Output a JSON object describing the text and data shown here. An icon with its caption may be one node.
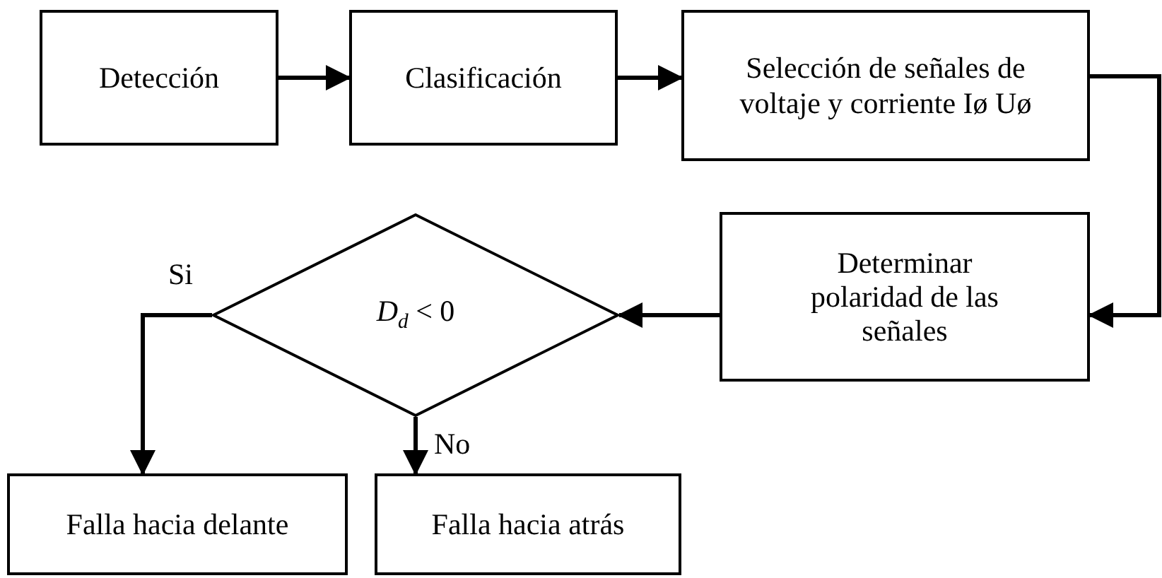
{
  "diagram": {
    "nodes": [
      {
        "text": [
          "Detección"
        ]
      },
      {
        "text": [
          "Clasificación"
        ]
      },
      {
        "text": [
          "Selección de señales de voltaje y corriente Iø Uø"
        ]
      },
      {
        "text": [
          "Determinar polaridad de las señales"
        ]
      },
      {
        "text": [
          "*D*$_{d}$ < 0"
        ]
      },
      {
        "text": [
          "Falla hacia delante"
        ]
      },
      {
        "text": [
          "Falla hacia atrás"
        ]
      }
    ],
    "edges": [
      {
        "from": 0,
        "to": 1,
        "arrow": "to"
      },
      {
        "from": 1,
        "to": 2,
        "arrow": "to"
      },
      {
        "from": 2,
        "to": 3,
        "arrow": "to"
      },
      {
        "from": 3,
        "to": 4,
        "arrow": "to"
      },
      {
        "from": 4,
        "to": 5,
        "arrow": "to",
        "label": "Si"
      },
      {
        "from": 4,
        "to": 6,
        "arrow": "to",
        "label": "No"
      }
    ]
  }
}
